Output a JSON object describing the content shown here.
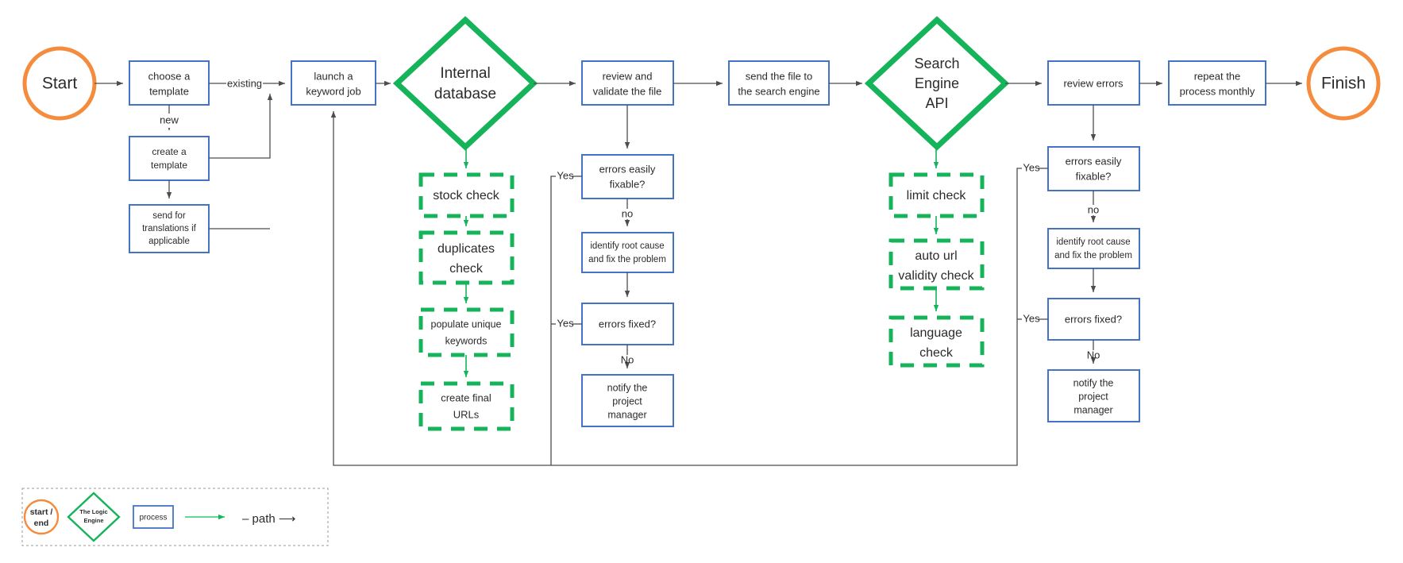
{
  "diagram": {
    "title": "SEO keyword publishing workflow flowchart",
    "colors": {
      "terminator_orange": "#F58B3C",
      "process_blue": "#4472C4",
      "logic_green": "#15B45A",
      "connector_gray": "#4D4D4D",
      "text_dark": "#2B2B2B",
      "legend_border": "#9A9A9A",
      "canvas": "#FFFFFF"
    },
    "terminators": [
      {
        "id": "start",
        "label": "Start"
      },
      {
        "id": "finish",
        "label": "Finish"
      }
    ],
    "decisions": [
      {
        "id": "internal-database",
        "lines": [
          "Internal",
          "database"
        ]
      },
      {
        "id": "search-engine-api",
        "lines": [
          "Search",
          "Engine",
          "API"
        ]
      }
    ],
    "processes": [
      {
        "id": "choose-a-template",
        "lines": [
          "choose a",
          "template"
        ]
      },
      {
        "id": "create-a-template",
        "lines": [
          "create a",
          "template"
        ]
      },
      {
        "id": "send-for-translations",
        "lines": [
          "send for",
          "translations if",
          "applicable"
        ]
      },
      {
        "id": "launch-a-keyword-job",
        "lines": [
          "launch a",
          "keyword job"
        ]
      },
      {
        "id": "review-and-validate-the-file",
        "lines": [
          "review and",
          "validate the file"
        ]
      },
      {
        "id": "errors-easily-fixable-1",
        "lines": [
          "errors easily",
          "fixable?"
        ]
      },
      {
        "id": "identify-root-cause-1",
        "lines": [
          "identify root cause",
          "and fix the problem"
        ]
      },
      {
        "id": "errors-fixed-1",
        "lines": [
          "errors fixed?"
        ]
      },
      {
        "id": "notify-the-project-manager-1",
        "lines": [
          "notify the",
          "project",
          "manager"
        ]
      },
      {
        "id": "send-the-file-to-the-search-engine",
        "lines": [
          "send the file to",
          "the search engine"
        ]
      },
      {
        "id": "review-errors",
        "lines": [
          "review errors"
        ]
      },
      {
        "id": "errors-easily-fixable-2",
        "lines": [
          "errors easily",
          "fixable?"
        ]
      },
      {
        "id": "identify-root-cause-2",
        "lines": [
          "identify root cause",
          "and fix the problem"
        ]
      },
      {
        "id": "errors-fixed-2",
        "lines": [
          "errors fixed?"
        ]
      },
      {
        "id": "notify-the-project-manager-2",
        "lines": [
          "notify the",
          "project",
          "manager"
        ]
      },
      {
        "id": "repeat-the-process-monthly",
        "lines": [
          "repeat the",
          "process monthly"
        ]
      }
    ],
    "checks": [
      {
        "id": "stock-check",
        "lines": [
          "stock check"
        ]
      },
      {
        "id": "duplicates-check",
        "lines": [
          "duplicates",
          "check"
        ]
      },
      {
        "id": "populate-unique-keywords",
        "lines": [
          "populate unique",
          "keywords"
        ]
      },
      {
        "id": "create-final-urls",
        "lines": [
          "create final",
          "URLs"
        ]
      },
      {
        "id": "limit-check",
        "lines": [
          "limit check"
        ]
      },
      {
        "id": "auto-url-validity-check",
        "lines": [
          "auto url",
          "validity check"
        ]
      },
      {
        "id": "language-check",
        "lines": [
          "language",
          "check"
        ]
      }
    ],
    "edge_labels": [
      {
        "id": "existing",
        "text": "existing"
      },
      {
        "id": "new",
        "text": "new"
      },
      {
        "id": "no-1",
        "text": "no"
      },
      {
        "id": "no-2",
        "text": "No"
      },
      {
        "id": "yes-1",
        "text": "Yes"
      },
      {
        "id": "yes-2",
        "text": "Yes"
      },
      {
        "id": "no-3",
        "text": "no"
      },
      {
        "id": "no-4",
        "text": "No"
      },
      {
        "id": "yes-3",
        "text": "Yes"
      },
      {
        "id": "yes-4",
        "text": "Yes"
      }
    ]
  },
  "legend": {
    "terminator": {
      "lines": [
        "start /",
        "end"
      ]
    },
    "decision": {
      "lines": [
        "The Logic",
        "Engine"
      ]
    },
    "process": {
      "label": "process"
    },
    "path": {
      "label": "– path  ⟶"
    }
  }
}
